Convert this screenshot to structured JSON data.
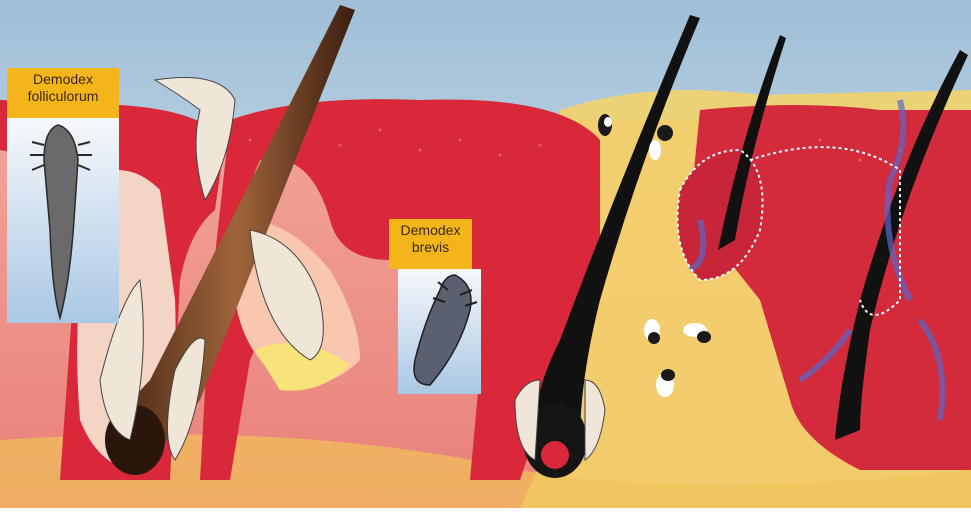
{
  "labels": {
    "folliculorum": {
      "line1": "Demodex",
      "line2": "folliculorum"
    },
    "brevis": {
      "line1": "Demodex",
      "line2": "brevis"
    }
  },
  "colors": {
    "label_background": "#f4b51a",
    "skin_red": "#d8283a",
    "dermis_pink": "#ee8a8a",
    "sebum_yellow": "#f3d36a",
    "hair_brown": "#7a4a2a",
    "hair_black": "#111111",
    "sky_blue": "#bcd6e8"
  }
}
